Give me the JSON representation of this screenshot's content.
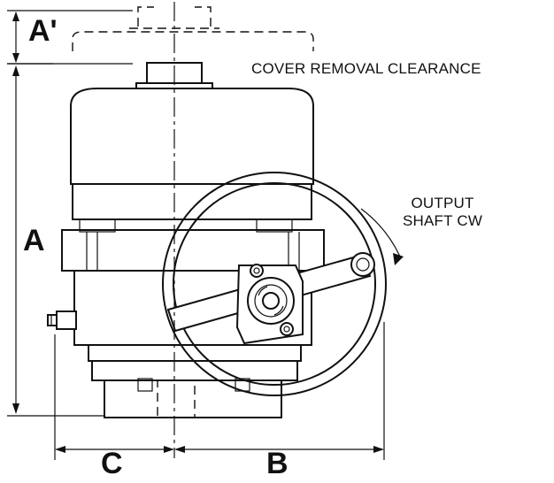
{
  "labels": {
    "dim_a_prime": "A'",
    "dim_a": "A",
    "dim_b": "B",
    "dim_c": "C",
    "cover_clearance": "COVER REMOVAL CLEARANCE",
    "output_line1": "OUTPUT",
    "output_line2": "SHAFT CW"
  }
}
